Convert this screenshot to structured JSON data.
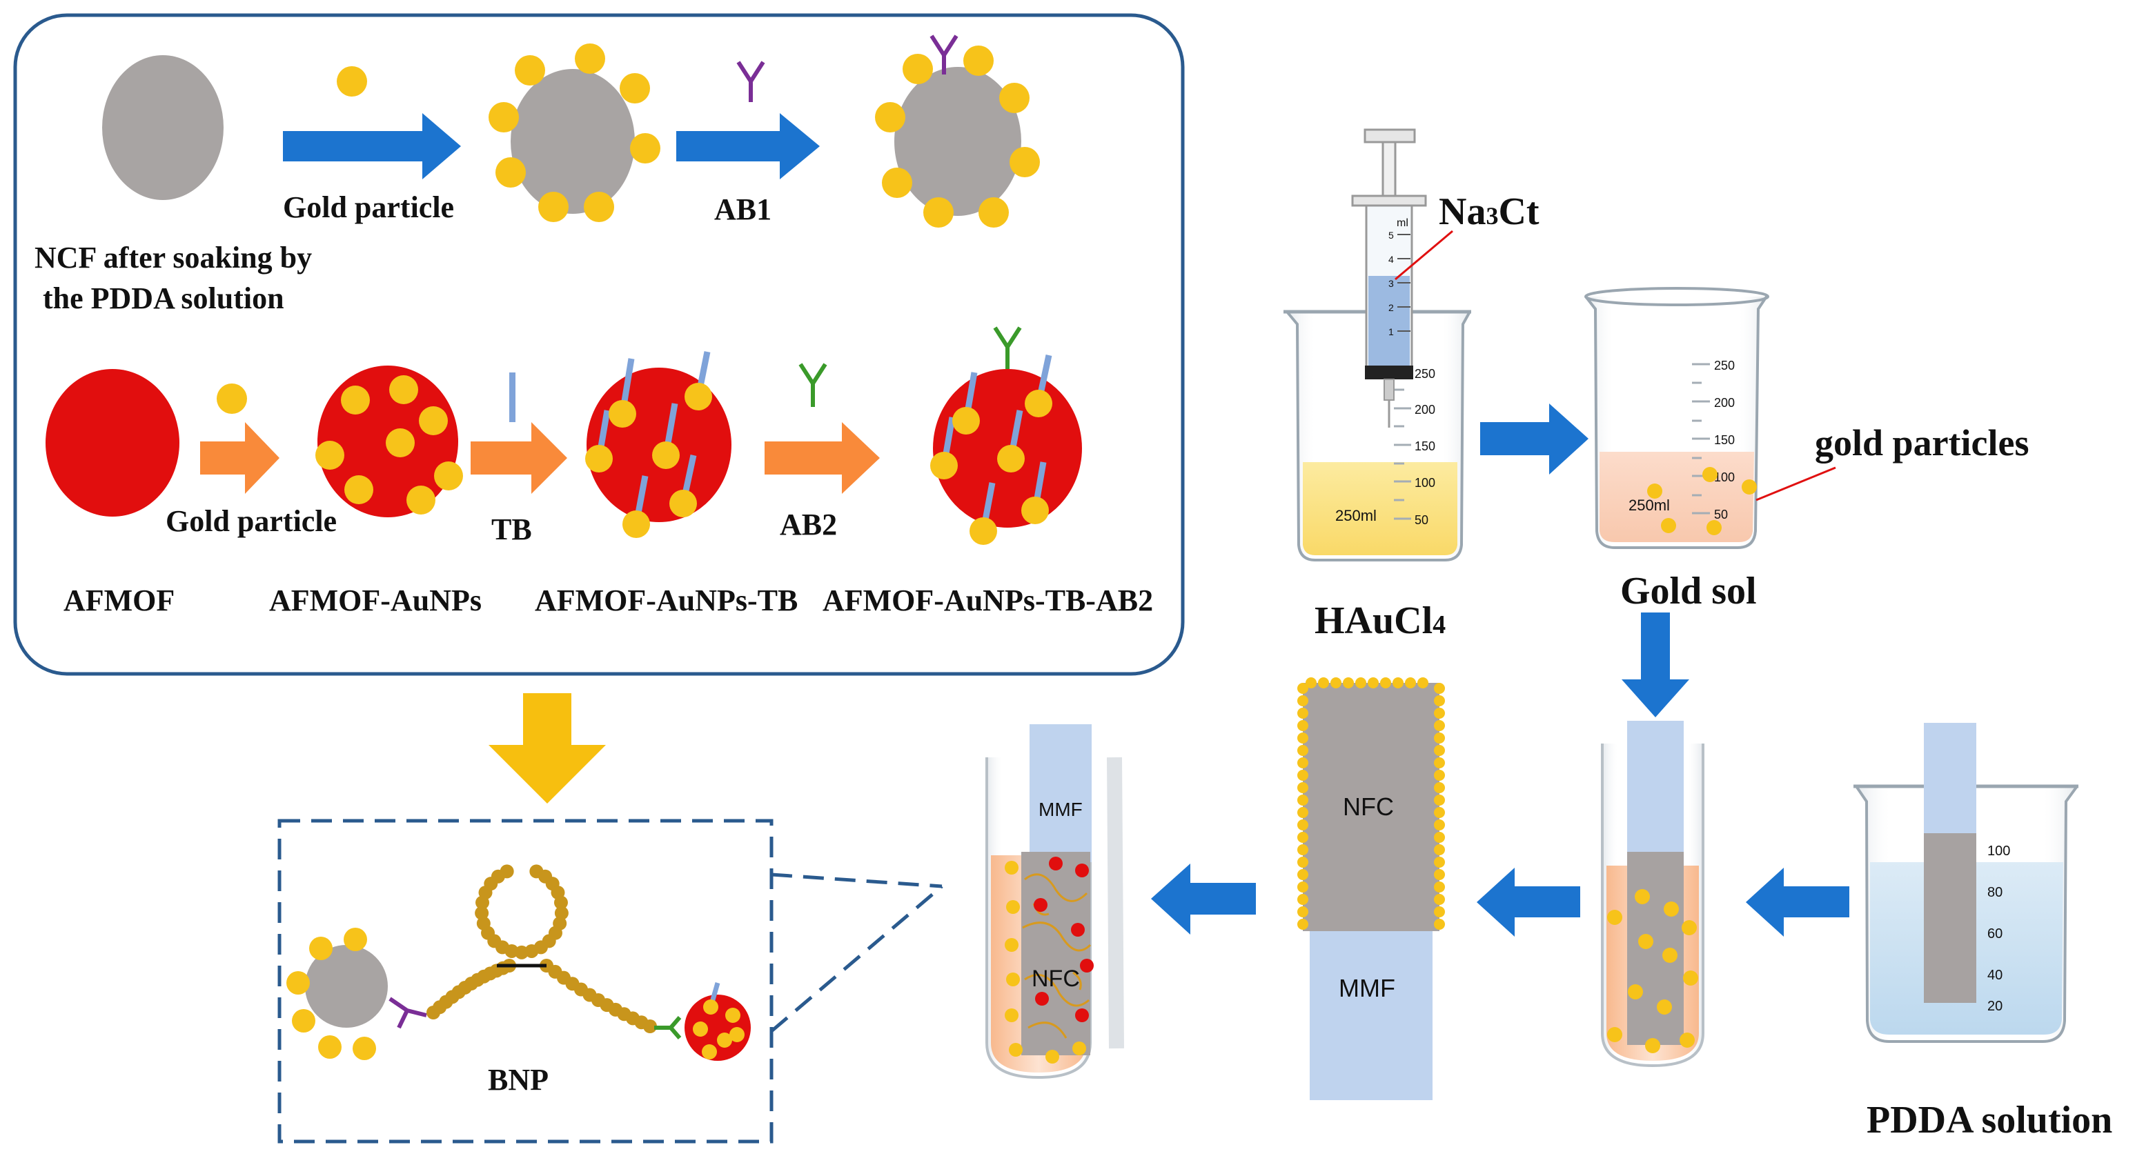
{
  "labels": {
    "gold_particle_1": "Gold particle",
    "ab1": "AB1",
    "ncf_line1": "NCF after soaking by",
    "ncf_line2": "the PDDA solution",
    "gold_particle_2": "Gold particle",
    "tb": "TB",
    "ab2": "AB2",
    "afmof": "AFMOF",
    "afmof_aunps": "AFMOF-AuNPs",
    "afmof_aunps_tb": "AFMOF-AuNPs-TB",
    "afmof_aunps_tb_ab2": "AFMOF-AuNPs-TB-AB2",
    "bnp": "BNP",
    "na3ct_main": "Na",
    "na3ct_sub": "3",
    "na3ct_rest": "Ct",
    "haucl4_main": "HAuCl",
    "haucl4_sub": "4",
    "gold_sol": "Gold sol",
    "gold_particles": "gold particles",
    "pdda_solution": "PDDA solution",
    "mmf_tube": "MMF",
    "nfc_tube": "NFC",
    "nfc_strip": "NFC",
    "mmf_strip": "MMF"
  },
  "beaker_marks": [
    "250",
    "200",
    "150",
    "100",
    "50"
  ],
  "beaker_small_label": "250ml",
  "syringe_marks": [
    "5",
    "4",
    "3",
    "2",
    "1"
  ],
  "syringe_unit": "ml",
  "pdda_beaker_marks": [
    "100",
    "80",
    "60",
    "40",
    "20"
  ],
  "colors": {
    "gold": "#F7C31A",
    "gray_particle": "#A8A4A3",
    "red_particle": "#E10E0E",
    "blue_arrow": "#1C74CF",
    "orange_arrow": "#F98A3A",
    "yellow_arrow": "#F7BF0F",
    "frame_blue": "#2A5A8E",
    "ab1_purple": "#7A2E96",
    "ab2_green": "#3A9A2A",
    "tb_blue": "#7FA3D9",
    "strip_blue": "#BFD3EE",
    "strip_gray": "#A7A2A1",
    "chain": "#C8951C"
  }
}
